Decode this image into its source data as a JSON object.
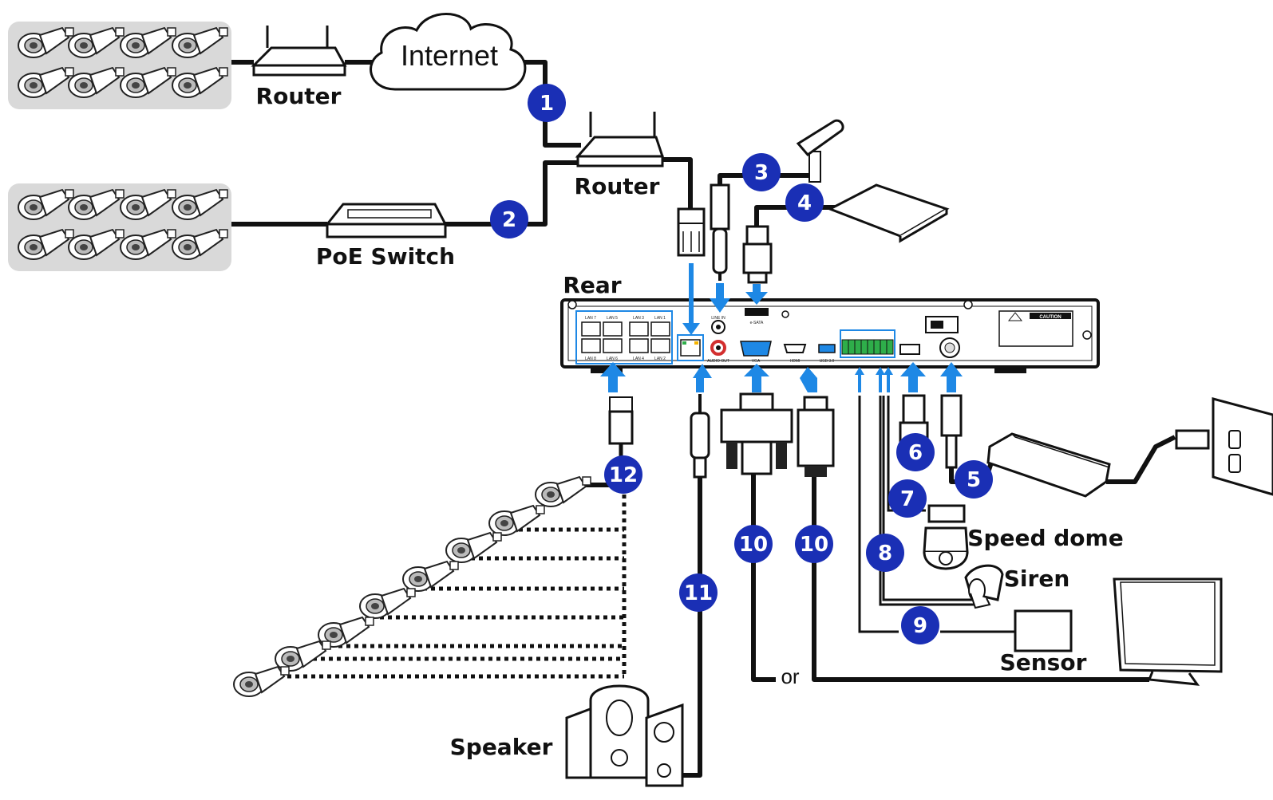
{
  "labels": {
    "internet": "Internet",
    "router_top": "Router",
    "router_mid": "Router",
    "poe_switch": "PoE Switch",
    "rear": "Rear",
    "speed_dome": "Speed dome",
    "siren": "Siren",
    "sensor": "Sensor",
    "speaker": "Speaker",
    "or": "or"
  },
  "badges": [
    "1",
    "2",
    "3",
    "4",
    "5",
    "6",
    "7",
    "8",
    "9",
    "10",
    "10",
    "11",
    "12"
  ],
  "nvr_ports": {
    "lan7": "LAN 7",
    "lan5": "LAN 5",
    "lan3": "LAN 3",
    "lan1": "LAN 1",
    "lan8": "LAN 8",
    "lan6": "LAN 6",
    "lan4": "LAN 4",
    "lan2": "LAN 2",
    "line_in": "LINE IN",
    "audio_out": "AUDIO OUT",
    "esata": "e-SATA",
    "vga": "VGA",
    "hdmi": "HDMI",
    "usb30": "USB 3.0",
    "caution": "CAUTION"
  },
  "colors": {
    "badge": "#1a2fb5",
    "arrow": "#1e88e5",
    "camera_panel": "#d9d9d9",
    "port_highlight": "#1e88e5",
    "terminal_green": "#2eae4a",
    "audio_red": "#d32f2f"
  }
}
